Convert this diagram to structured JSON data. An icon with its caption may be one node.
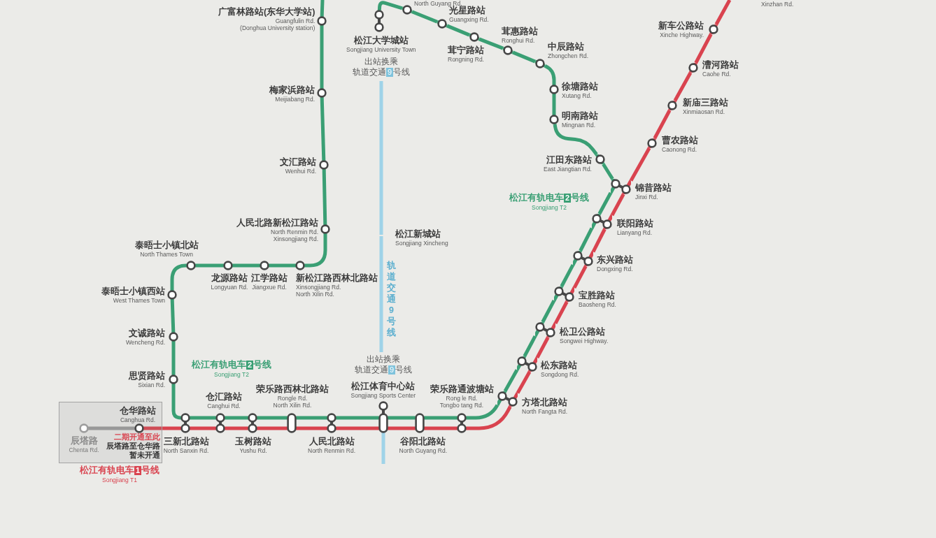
{
  "diagram": {
    "nodes": [
      {
        "text": [
          "North Guyang Rd."
        ]
      },
      {
        "text": [
          "广富林路站(东华大学站)",
          "Guangfulin Rd. (Donghua University station)"
        ]
      },
      {
        "text": [
          "松江大学城站",
          "Songjiang University Town"
        ],
        "beside": [
          "出站换乘",
          "轨道交通9号线"
        ]
      },
      {
        "text": [
          "光星路站",
          "Guangxing Rd."
        ]
      },
      {
        "text": [
          "茸惠路站",
          "Ronghui Rd."
        ]
      },
      {
        "text": [
          "茸宁路站",
          "Rongning Rd."
        ]
      },
      {
        "text": [
          "中辰路站",
          "Zhongchen Rd."
        ]
      },
      {
        "text": [
          "新车公路站",
          "Xinche Highway."
        ]
      },
      {
        "text": [
          "漕河路站",
          "Caohe Rd."
        ]
      },
      {
        "text": [
          "徐塘路站",
          "Xutang Rd."
        ]
      },
      {
        "text": [
          "梅家浜路站",
          "Meijiabang Rd."
        ]
      },
      {
        "text": [
          "明南路站",
          "Mingnan Rd."
        ]
      },
      {
        "text": [
          "新庙三路站",
          "Xinmiaosan Rd."
        ]
      },
      {
        "text": [
          "曹农路站",
          "Caonong Rd."
        ]
      },
      {
        "text": [
          "江田东路站",
          "East Jiangtian Rd."
        ]
      },
      {
        "text": [
          "锦昔路站",
          "Jinxi Rd."
        ]
      },
      {
        "text": [
          "文汇路站",
          "Wenhui Rd."
        ]
      },
      {
        "text": [
          "联阳路站",
          "Lianyang Rd."
        ]
      },
      {
        "text": [
          "人民北路新松江路站",
          "North Renmin Rd. Xinsongjiang Rd."
        ]
      },
      {
        "text": [
          "松江新城站",
          "Songjiang Xincheng"
        ]
      },
      {
        "text": [
          "泰晤士小镇北站",
          "North Thames Town"
        ]
      },
      {
        "text": [
          "龙源路站",
          "Longyuan Rd."
        ]
      },
      {
        "text": [
          "江学路站",
          "Jiangxue Rd."
        ]
      },
      {
        "text": [
          "新松江路西林北路站",
          "Xinsongjiang Rd. North Xilin Rd."
        ]
      },
      {
        "text": [
          "东兴路站",
          "Dongxing Rd."
        ]
      },
      {
        "text": [
          "泰晤士小镇西站",
          "West Thames Town"
        ]
      },
      {
        "text": [
          "宝胜路站",
          "Baosheng Rd."
        ]
      },
      {
        "text": [
          "松卫公路站",
          "Songwei Highway."
        ]
      },
      {
        "text": [
          "文诚路站",
          "Wencheng Rd."
        ]
      },
      {
        "text": [
          "松东路站",
          "Songdong Rd."
        ]
      },
      {
        "text": [
          "思贤路站",
          "Sixian Rd."
        ]
      },
      {
        "text": [
          "荣乐路西林北路站",
          "Rongle Rd. North Xilin Rd."
        ]
      },
      {
        "text": [
          "松江体育中心站",
          "Songjiang Sports Center"
        ],
        "beside": [
          "出站换乘",
          "轨道交通9号线"
        ]
      },
      {
        "text": [
          "荣乐路通波塘站",
          "Rong le Rd. Tongbo tang Rd."
        ]
      },
      {
        "text": [
          "方塔北路站",
          "North Fangta Rd."
        ]
      },
      {
        "text": [
          "二期开通至此",
          "辰塔路至仓华路暂未开通"
        ]
      },
      {
        "text": [
          "仓华路站",
          "Canghua Rd."
        ],
        "in": 35
      },
      {
        "text": [
          "仓汇路站",
          "Canghui Rd."
        ]
      },
      {
        "text": [
          "辰塔路",
          "Chenta Rd."
        ],
        "in": 35
      },
      {
        "text": [
          "三新北路站",
          "North Sanxin Rd."
        ]
      },
      {
        "text": [
          "玉树路站",
          "Yushu Rd."
        ]
      },
      {
        "text": [
          "人民北路站",
          "North Renmin Rd."
        ]
      },
      {
        "text": [
          "谷阳北路站",
          "North Guyang Rd."
        ]
      }
    ],
    "edges": [
      {
        "from": null,
        "to": 1,
        "arrow": "none"
      },
      {
        "from": 1,
        "to": 10,
        "arrow": "none"
      },
      {
        "from": 10,
        "to": 16,
        "arrow": "none"
      },
      {
        "from": 16,
        "to": 18,
        "arrow": "none"
      },
      {
        "from": 18,
        "to": 23,
        "arrow": "none"
      },
      {
        "from": 23,
        "to": 22,
        "arrow": "none"
      },
      {
        "from": 22,
        "to": 21,
        "arrow": "none"
      },
      {
        "from": 21,
        "to": 20,
        "arrow": "none"
      },
      {
        "from": 20,
        "to": 25,
        "arrow": "none"
      },
      {
        "from": 25,
        "to": 28,
        "arrow": "none"
      },
      {
        "from": 28,
        "to": 30,
        "arrow": "none"
      },
      {
        "from": 30,
        "to": 39,
        "arrow": "none"
      },
      {
        "from": 39,
        "to": 37,
        "arrow": "none"
      },
      {
        "from": 37,
        "to": 40,
        "arrow": "none"
      },
      {
        "from": 40,
        "to": 31,
        "arrow": "none"
      },
      {
        "from": 31,
        "to": 41,
        "arrow": "none"
      },
      {
        "from": 41,
        "to": 32,
        "arrow": "none"
      },
      {
        "from": 32,
        "to": 42,
        "arrow": "none"
      },
      {
        "from": 42,
        "to": 33,
        "arrow": "none"
      },
      {
        "from": 33,
        "to": 34,
        "arrow": "none"
      },
      {
        "from": 34,
        "to": 29,
        "arrow": "none"
      },
      {
        "from": 29,
        "to": 27,
        "arrow": "none"
      },
      {
        "from": 27,
        "to": 26,
        "arrow": "none"
      },
      {
        "from": 26,
        "to": 24,
        "arrow": "none"
      },
      {
        "from": 24,
        "to": 17,
        "arrow": "none"
      },
      {
        "from": 17,
        "to": 15,
        "arrow": "none"
      },
      {
        "from": 15,
        "to": 14,
        "arrow": "none"
      },
      {
        "from": 14,
        "to": 11,
        "arrow": "none"
      },
      {
        "from": 11,
        "to": 9,
        "arrow": "none"
      },
      {
        "from": 9,
        "to": 6,
        "arrow": "none"
      },
      {
        "from": 6,
        "to": 4,
        "arrow": "none"
      },
      {
        "from": 4,
        "to": 5,
        "arrow": "none"
      },
      {
        "from": 5,
        "to": 3,
        "arrow": "none"
      },
      {
        "from": 3,
        "to": 0,
        "arrow": "none"
      },
      {
        "from": 0,
        "to": 2,
        "arrow": "none"
      },
      {
        "from": 38,
        "to": 36,
        "arrow": "none",
        "color": "#9a9a9a"
      },
      {
        "from": 36,
        "to": 39,
        "arrow": "none",
        "color": "#d9434f"
      },
      {
        "from": 39,
        "to": 37,
        "arrow": "none",
        "color": "#d9434f"
      },
      {
        "from": 37,
        "to": 40,
        "arrow": "none",
        "color": "#d9434f"
      },
      {
        "from": 40,
        "to": 31,
        "arrow": "none",
        "color": "#d9434f"
      },
      {
        "from": 31,
        "to": 41,
        "arrow": "none",
        "color": "#d9434f"
      },
      {
        "from": 41,
        "to": 32,
        "arrow": "none",
        "color": "#d9434f"
      },
      {
        "from": 32,
        "to": 42,
        "arrow": "none",
        "color": "#d9434f"
      },
      {
        "from": 42,
        "to": 33,
        "arrow": "none",
        "color": "#d9434f"
      },
      {
        "from": 33,
        "to": 34,
        "arrow": "none",
        "color": "#d9434f"
      },
      {
        "from": 34,
        "to": 29,
        "arrow": "none",
        "color": "#d9434f"
      },
      {
        "from": 29,
        "to": 27,
        "arrow": "none",
        "color": "#d9434f"
      },
      {
        "from": 27,
        "to": 26,
        "arrow": "none",
        "color": "#d9434f"
      },
      {
        "from": 26,
        "to": 24,
        "arrow": "none",
        "color": "#d9434f"
      },
      {
        "from": 24,
        "to": 17,
        "arrow": "none",
        "color": "#d9434f"
      },
      {
        "from": 17,
        "to": 15,
        "arrow": "none",
        "color": "#d9434f"
      },
      {
        "from": 15,
        "to": 13,
        "arrow": "none",
        "color": "#d9434f"
      },
      {
        "from": 13,
        "to": 12,
        "arrow": "none",
        "color": "#d9434f"
      },
      {
        "from": 12,
        "to": 8,
        "arrow": "none",
        "color": "#d9434f"
      },
      {
        "from": 8,
        "to": 7,
        "arrow": "none",
        "color": "#d9434f"
      },
      {
        "from": 7,
        "to": null,
        "arrow": "none",
        "color": "#d9434f"
      },
      {
        "from": 2,
        "to": 19,
        "arrow": "none",
        "color": "#9fd3e8"
      },
      {
        "from": 19,
        "to": 32,
        "arrow": "none",
        "color": "#9fd3e8"
      },
      {
        "from": 32,
        "to": null,
        "arrow": "none",
        "color": "#9fd3e8"
      }
    ],
    "labels": [
      "Xinzhan Rd.",
      "松江有轨电车2号线",
      "Songjiang T2",
      "轨道交通9号线",
      "松江有轨电车2号线",
      "Songjiang T2",
      "松江有轨电车1号线",
      "Songjiang T1"
    ]
  }
}
